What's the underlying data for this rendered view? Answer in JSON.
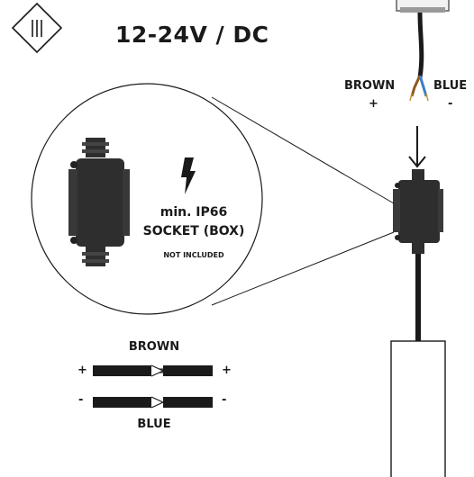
{
  "header": {
    "class_icon": "class-iii-diamond-icon",
    "voltage": "12-24V / DC"
  },
  "top_wires": {
    "brown_label": "BROWN",
    "blue_label": "BLUE",
    "brown_sign": "+",
    "blue_sign": "-"
  },
  "zoom": {
    "icon": "lightning-bolt-icon",
    "line1": "min. IP66",
    "line2": "SOCKET (BOX)",
    "note": "NOT INCLUDED"
  },
  "connection": {
    "brown_label": "BROWN",
    "blue_label": "BLUE",
    "brown_left_sign": "+",
    "brown_right_sign": "+",
    "blue_left_sign": "-",
    "blue_right_sign": "-"
  },
  "colors": {
    "ink": "#1a1a1a",
    "brown_wire": "#8a5a1e",
    "blue_wire": "#3a7fc4",
    "box_dark": "#2e2e2e"
  }
}
